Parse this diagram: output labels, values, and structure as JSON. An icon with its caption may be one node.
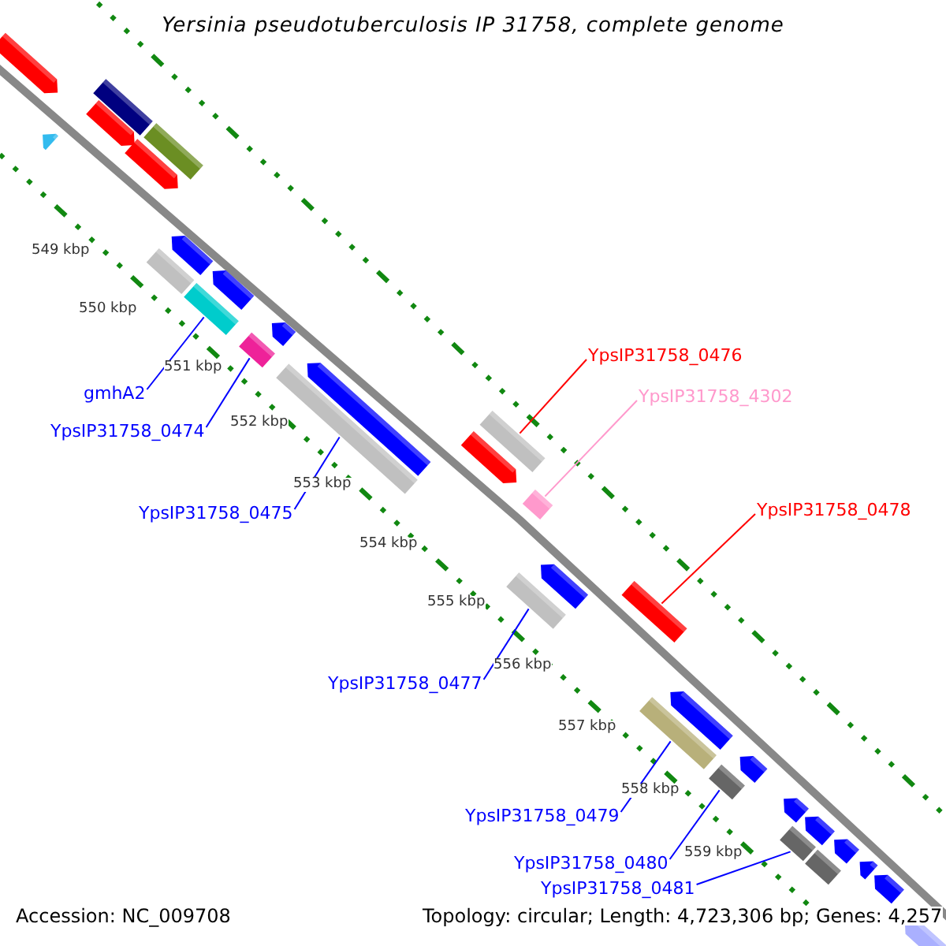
{
  "diagram": {
    "title": "Yersinia pseudotuberculosis IP 31758, complete genome",
    "nodes": [
      {
        "text": [
          "gmhA2"
        ]
      },
      {
        "text": [],
        "shape": "bar"
      },
      {
        "text": [
          "YpsIP31758_0474"
        ]
      },
      {
        "text": [],
        "shape": "bar"
      },
      {
        "text": [
          "YpsIP31758_0475"
        ]
      },
      {
        "text": [],
        "shape": "bar"
      },
      {
        "text": [
          "YpsIP31758_0476"
        ]
      },
      {
        "text": [],
        "shape": "bar"
      },
      {
        "text": [
          "YpsIP31758_4302"
        ]
      },
      {
        "text": [],
        "shape": "bar"
      },
      {
        "text": [
          "YpsIP31758_0478"
        ]
      },
      {
        "text": [],
        "shape": "bar"
      },
      {
        "text": [
          "YpsIP31758_0477"
        ]
      },
      {
        "text": [],
        "shape": "bar"
      },
      {
        "text": [
          "YpsIP31758_0479"
        ]
      },
      {
        "text": [],
        "shape": "bar"
      },
      {
        "text": [
          "YpsIP31758_0480"
        ]
      },
      {
        "text": [],
        "shape": "bar"
      },
      {
        "text": [
          "YpsIP31758_0481"
        ]
      },
      {
        "text": [],
        "shape": "bar"
      },
      {
        "text": [],
        "shape": "arrow"
      },
      {
        "text": [],
        "shape": "bar"
      },
      {
        "text": [],
        "shape": "bar"
      },
      {
        "text": [],
        "shape": "arrow"
      },
      {
        "text": [],
        "shape": "arrow"
      },
      {
        "text": [],
        "shape": "arrow"
      },
      {
        "text": [],
        "shape": "arrow"
      },
      {
        "text": [],
        "shape": "arrow"
      },
      {
        "text": [],
        "shape": "bar"
      },
      {
        "text": [],
        "shape": "arrow"
      },
      {
        "text": [],
        "shape": "arrow"
      },
      {
        "text": [],
        "shape": "arrow"
      },
      {
        "text": [],
        "shape": "arrow"
      },
      {
        "text": [],
        "shape": "arrow"
      },
      {
        "text": [],
        "shape": "arrow"
      },
      {
        "text": [],
        "shape": "arrow"
      },
      {
        "text": [],
        "shape": "arrow"
      },
      {
        "text": [],
        "shape": "arrow"
      },
      {
        "text": [],
        "shape": "arrow"
      },
      {
        "text": [],
        "shape": "arrow"
      },
      {
        "text": [],
        "shape": "bar"
      },
      {
        "text": [],
        "shape": "arrow"
      }
    ],
    "edges": [
      {
        "from": 0,
        "to": 1,
        "arrow": "none"
      },
      {
        "from": 2,
        "to": 3,
        "arrow": "none"
      },
      {
        "from": 4,
        "to": 5,
        "arrow": "none"
      },
      {
        "from": 6,
        "to": 7,
        "arrow": "none",
        "color": "#ff0000"
      },
      {
        "from": 8,
        "to": 9,
        "arrow": "none",
        "color": "#ff99cc"
      },
      {
        "from": 10,
        "to": 11,
        "arrow": "none",
        "color": "#ff0000"
      },
      {
        "from": 12,
        "to": 13,
        "arrow": "none"
      },
      {
        "from": 14,
        "to": 15,
        "arrow": "none"
      },
      {
        "from": 16,
        "to": 17,
        "arrow": "none"
      },
      {
        "from": 18,
        "to": 19,
        "arrow": "none"
      }
    ],
    "labels": [
      "549 kbp",
      "550 kbp",
      "551 kbp",
      "552 kbp",
      "553 kbp",
      "554 kbp",
      "555 kbp",
      "556 kbp",
      "557 kbp",
      "558 kbp",
      "559 kbp",
      "Accession: NC_009708",
      "Topology: circular; Length: 4,723,306 bp; Genes: 4,257"
    ]
  }
}
